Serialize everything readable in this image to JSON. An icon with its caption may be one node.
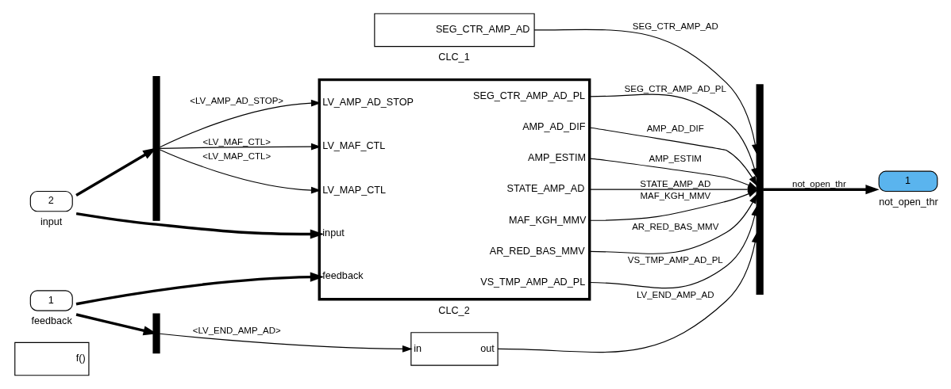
{
  "diagram": {
    "nodes": [
      {
        "text": [
          "f()"
        ]
      },
      {
        "text": [
          "SEG_CTR_AMP_AD"
        ],
        "beside": [
          "CLC_1"
        ]
      },
      {
        "text": [],
        "shape": "bar"
      },
      {
        "text": [
          "LV_AMP_AD_STOP",
          "LV_MAF_CTL",
          "LV_MAP_CTL",
          "input",
          "feedback",
          "SEG_CTR_AMP_AD_PL",
          "AMP_AD_DIF",
          "AMP_ESTIM",
          "STATE_AMP_AD",
          "MAF_KGH_MMV",
          "AR_RED_BAS_MMV",
          "VS_TMP_AMP_AD_PL"
        ],
        "beside": [
          "CLC_2"
        ]
      },
      {
        "text": [
          "2"
        ],
        "beside": [
          "input"
        ]
      },
      {
        "text": [
          "1"
        ],
        "beside": [
          "feedback"
        ]
      },
      {
        "text": [],
        "shape": "bar"
      },
      {
        "text": [
          "in",
          "out"
        ]
      },
      {
        "text": [],
        "shape": "bar"
      },
      {
        "text": [
          "1"
        ],
        "beside": [
          "not_open_thr"
        ]
      }
    ],
    "edges": [
      {
        "from": 4,
        "to": 2,
        "arrow": "to",
        "style": "thick"
      },
      {
        "from": 2,
        "to": 3,
        "arrow": "to",
        "label": "<LV_AMP_AD_STOP>"
      },
      {
        "from": 2,
        "to": 3,
        "arrow": "to",
        "label": "<LV_MAF_CTL>"
      },
      {
        "from": 2,
        "to": 3,
        "arrow": "to",
        "label": "<LV_MAP_CTL>"
      },
      {
        "from": 4,
        "to": 3,
        "arrow": "to",
        "style": "thick"
      },
      {
        "from": 5,
        "to": 3,
        "arrow": "to",
        "style": "thick"
      },
      {
        "from": 5,
        "to": 6,
        "arrow": "to",
        "style": "thick"
      },
      {
        "from": 6,
        "to": 7,
        "arrow": "to",
        "label": "<LV_END_AMP_AD>"
      },
      {
        "from": 1,
        "to": 8,
        "arrow": "to",
        "label": "SEG_CTR_AMP_AD"
      },
      {
        "from": 3,
        "to": 8,
        "arrow": "to",
        "label": "SEG_CTR_AMP_AD_PL"
      },
      {
        "from": 3,
        "to": 8,
        "arrow": "to",
        "label": "AMP_AD_DIF"
      },
      {
        "from": 3,
        "to": 8,
        "arrow": "to",
        "label": "AMP_ESTIM"
      },
      {
        "from": 3,
        "to": 8,
        "arrow": "to",
        "label": "STATE_AMP_AD"
      },
      {
        "from": 3,
        "to": 8,
        "arrow": "to",
        "label": "MAF_KGH_MMV"
      },
      {
        "from": 3,
        "to": 8,
        "arrow": "to",
        "label": "AR_RED_BAS_MMV"
      },
      {
        "from": 3,
        "to": 8,
        "arrow": "to",
        "label": "VS_TMP_AMP_AD_PL"
      },
      {
        "from": 7,
        "to": 8,
        "arrow": "to",
        "label": "LV_END_AMP_AD"
      },
      {
        "from": 8,
        "to": 9,
        "arrow": "to",
        "label": "not_open_thr",
        "style": "thick"
      }
    ]
  }
}
